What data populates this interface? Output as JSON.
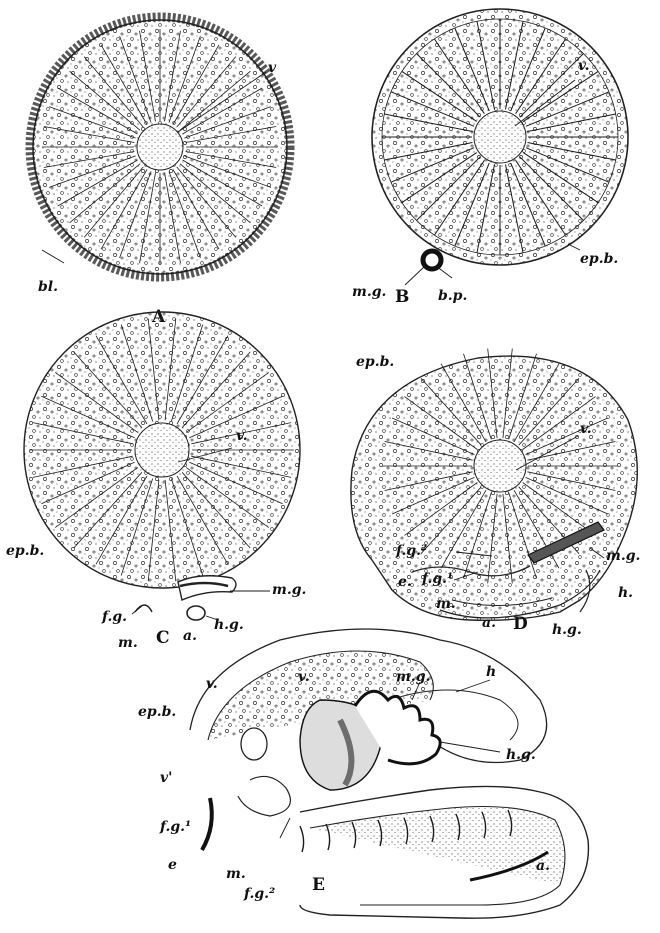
{
  "figures": [
    {
      "id": "A",
      "caption": "A",
      "labels": {
        "v": "v",
        "bl": "bl."
      }
    },
    {
      "id": "B",
      "caption": "B",
      "labels": {
        "v": "v.",
        "mg": "m.g.",
        "bp": "b.p.",
        "epb": "ep.b."
      }
    },
    {
      "id": "C",
      "caption": "C",
      "labels": {
        "v": "v.",
        "epb": "ep.b.",
        "mg": "m.g.",
        "fg": "f.g.",
        "m": "m.",
        "a": "a.",
        "hg": "h.g."
      }
    },
    {
      "id": "D",
      "caption": "D",
      "labels": {
        "epb": "ep.b.",
        "v": "v.",
        "fg2": "f.g.²",
        "fg1": "f.g.¹",
        "e": "e.",
        "m": "m.",
        "a": "a.",
        "mg": "m.g.",
        "hg": "h.g.",
        "h": "h."
      }
    },
    {
      "id": "E",
      "caption": "E",
      "labels": {
        "v_top": "v.",
        "v_left": "v.",
        "epb": "ep.b.",
        "v_low": "v'",
        "fg1": "f.g.¹",
        "e": "e",
        "m": "m.",
        "fg2": "f.g.²",
        "mg": "m.g.",
        "h": "h",
        "hg": "h.g.",
        "a": "a."
      }
    }
  ]
}
